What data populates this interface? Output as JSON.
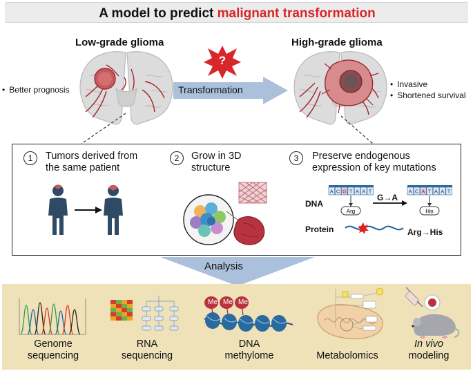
{
  "title": {
    "prefix": "A model to predict ",
    "highlight": "malignant transformation"
  },
  "low_grade": {
    "title": "Low-grade glioma",
    "bullet": "Better prognosis"
  },
  "high_grade": {
    "title": "High-grade glioma",
    "bullets": [
      "Invasive",
      "Shortened survival"
    ]
  },
  "transition": {
    "symbol": "?",
    "label": "Transformation"
  },
  "panels": [
    {
      "number": "1",
      "heading": [
        "Tumors derived from",
        "the same patient"
      ]
    },
    {
      "number": "2",
      "heading": [
        "Grow in 3D",
        "structure"
      ]
    },
    {
      "number": "3",
      "heading": [
        "Preserve endogenous",
        "expression of key mutations"
      ]
    }
  ],
  "mutation": {
    "dna_label": "DNA",
    "protein_label": "Protein",
    "left_seq": [
      "A",
      "C",
      "G",
      "T",
      "A",
      "A",
      "T"
    ],
    "right_seq": [
      "A",
      "C",
      "A",
      "T",
      "A",
      "A",
      "T"
    ],
    "left_aa": "Arg",
    "right_aa": "His",
    "base_change": "G→A",
    "aa_change": "Arg→His"
  },
  "analysis_label": "Analysis",
  "methods": [
    {
      "line1": "Genome",
      "line2": "sequencing"
    },
    {
      "line1": "RNA",
      "line2": "sequencing"
    },
    {
      "line1": "DNA",
      "line2": "methylome"
    },
    {
      "line1": "Metabolomics",
      "line2": ""
    },
    {
      "line1": "In vivo",
      "line2": "modeling"
    }
  ],
  "methyl_tag": "Me",
  "colors": {
    "accent_red": "#d9262b",
    "person_blue": "#2f4a64",
    "arrow_blue": "#aac0db",
    "bottom_bg": "#efe1b8",
    "tumor_red": "#b8333f",
    "dna_blue": "#2b6a9e"
  }
}
